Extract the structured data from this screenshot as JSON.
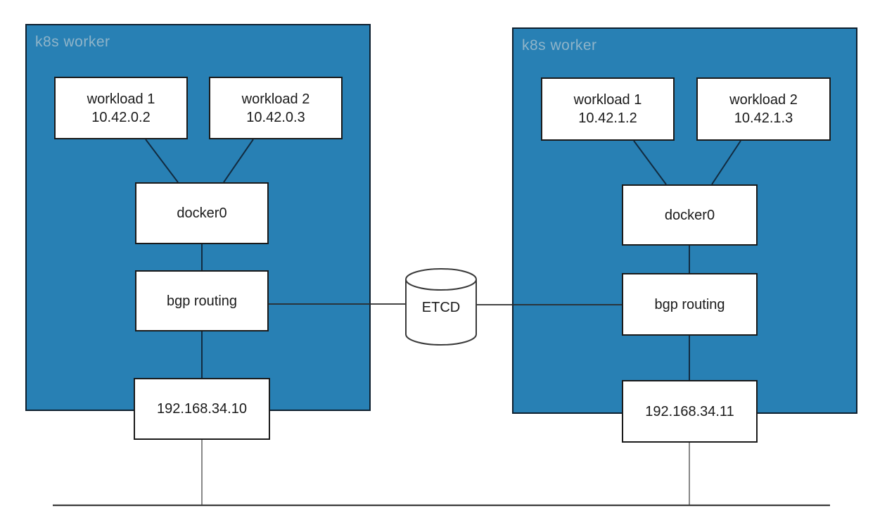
{
  "colors": {
    "worker_fill": "#2880B4",
    "worker_border": "#0D1F2E",
    "worker_label_text": "#8FB4C9",
    "node_border": "#1A1A1A",
    "node_text": "#1A1A1A",
    "inner_wire": "#122B40",
    "etcd_wire": "#2A2A2A",
    "cylinder_stroke": "#3A3A3A",
    "drop_wire": "#7A7A7A",
    "bus_wire": "#3A3A3A"
  },
  "left_worker": {
    "label": "k8s worker",
    "workload1": {
      "name": "workload 1",
      "ip": "10.42.0.2"
    },
    "workload2": {
      "name": "workload 2",
      "ip": "10.42.0.3"
    },
    "bridge_label": "docker0",
    "routing_label": "bgp routing",
    "host_ip": "192.168.34.10"
  },
  "right_worker": {
    "label": "k8s worker",
    "workload1": {
      "name": "workload 1",
      "ip": "10.42.1.2"
    },
    "workload2": {
      "name": "workload 2",
      "ip": "10.42.1.3"
    },
    "bridge_label": "docker0",
    "routing_label": "bgp routing",
    "host_ip": "192.168.34.11"
  },
  "etcd": {
    "label": "ETCD"
  }
}
